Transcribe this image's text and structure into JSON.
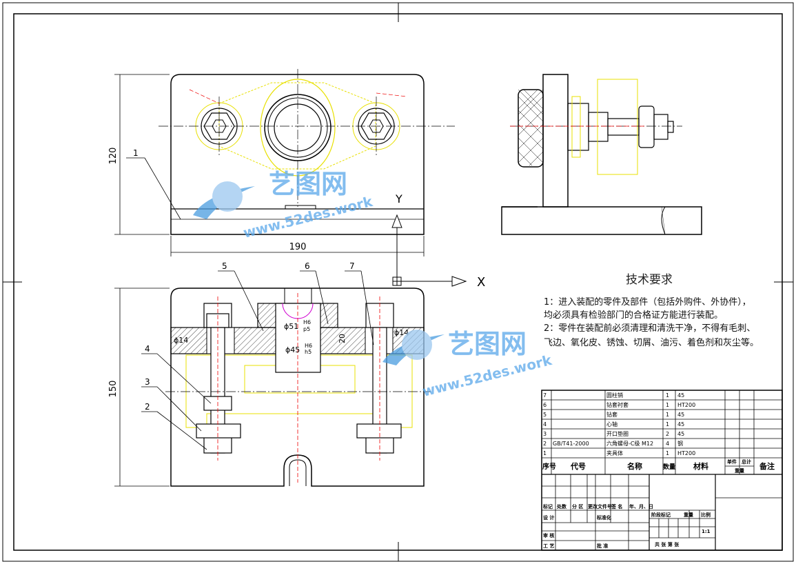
{
  "dimensions": {
    "top_height": "120",
    "top_width": "190",
    "bottom_height": "150",
    "fit_left": "ϕ14",
    "fit_right": "ϕ14",
    "fit_mid": "ϕ51",
    "fit_mid_tol": "H6",
    "fit_mid_tol2": "p5",
    "fit_bore": "ϕ45",
    "fit_bore_tol": "H6",
    "fit_bore_tol2": "h5",
    "fit_side": "20"
  },
  "axes": {
    "x": "X",
    "y": "Y"
  },
  "leaders": [
    "1",
    "2",
    "3",
    "4",
    "5",
    "6",
    "7"
  ],
  "technical_requirements": {
    "title": "技术要求",
    "line1": "1：进入装配的零件及部件（包括外购件、外协件），",
    "line2": "均必须具有检验部门的合格证方能进行装配。",
    "line3": "2：零件在装配前必须清理和清洗干净，不得有毛刺、",
    "line4": "飞边、氧化皮、锈蚀、切屑、油污、着色剂和灰尘等。"
  },
  "watermark": {
    "brand": "艺图网",
    "url": "www.52des.work"
  },
  "bom": {
    "rows": [
      {
        "no": "7",
        "code": "",
        "name": "圆柱销",
        "qty": "1",
        "material": "45"
      },
      {
        "no": "6",
        "code": "",
        "name": "钻套衬套",
        "qty": "1",
        "material": "HT200"
      },
      {
        "no": "5",
        "code": "",
        "name": "钻套",
        "qty": "1",
        "material": "45"
      },
      {
        "no": "4",
        "code": "",
        "name": "心轴",
        "qty": "1",
        "material": "45"
      },
      {
        "no": "3",
        "code": "",
        "name": "开口垫圈",
        "qty": "2",
        "material": "45"
      },
      {
        "no": "2",
        "code": "GB/T41-2000",
        "name": "六角螺母-C级 M12",
        "qty": "4",
        "material": "钢"
      },
      {
        "no": "1",
        "code": "",
        "name": "夹具体",
        "qty": "1",
        "material": "HT200"
      }
    ],
    "header": {
      "no": "序号",
      "code": "代号",
      "name": "名称",
      "qty": "数量",
      "material": "材料",
      "unit": "单件",
      "total": "总计",
      "weight": "重量",
      "remark": "备注"
    }
  },
  "title_block": {
    "mark": "标记",
    "count": "处数",
    "zone": "分 区",
    "doc": "更改文件号",
    "sign": "签 名",
    "date": "年、月、日",
    "design": "设 计",
    "standard": "标准化",
    "stage": "阶段标记",
    "weight": "重量",
    "scale_label": "比例",
    "scale": "1:1",
    "review": "审 核",
    "process": "工 艺",
    "approve": "批 准",
    "sheets": "共   张   第   张"
  }
}
